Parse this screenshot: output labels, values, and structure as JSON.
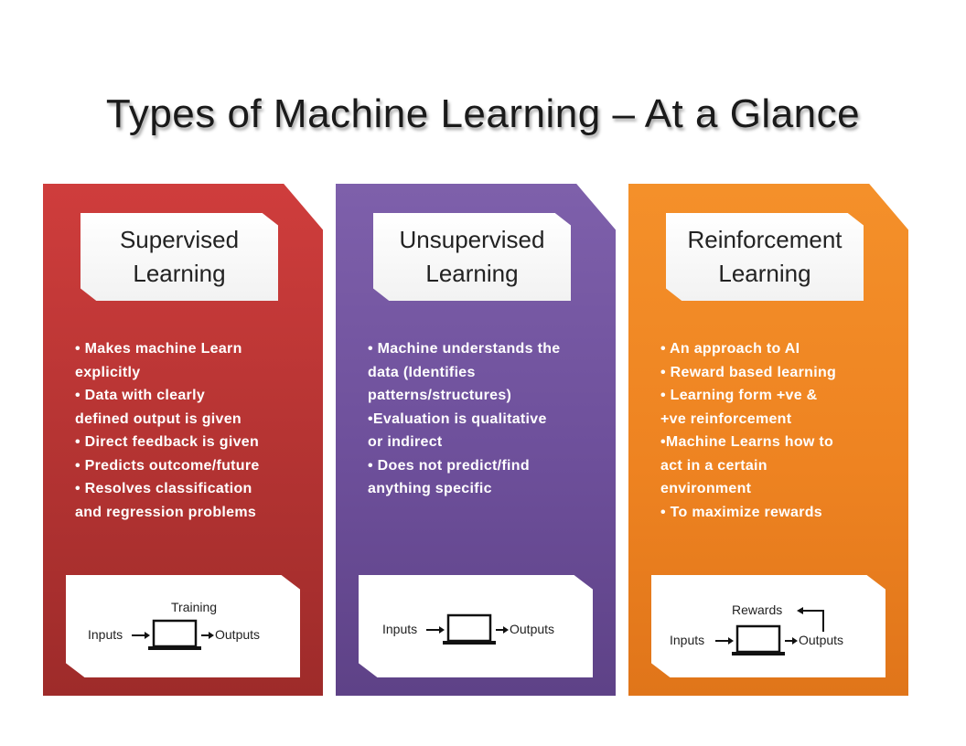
{
  "title": "Types of Machine Learning – At a Glance",
  "panels": [
    {
      "color": "#b33332",
      "heading": [
        "Supervised",
        "Learning"
      ],
      "bullets": [
        "• Makes machine Learn",
        "explicitly",
        "• Data with clearly",
        "defined output is given",
        "• Direct feedback is given",
        "• Predicts outcome/future",
        "• Resolves classification",
        "and regression problems"
      ],
      "diagram": {
        "top": "Training",
        "input": "Inputs",
        "output": "Outputs"
      }
    },
    {
      "color": "#6d4f9a",
      "heading": [
        "Unsupervised",
        "Learning"
      ],
      "bullets": [
        "• Machine understands the",
        "data (Identifies",
        "patterns/structures)",
        "•Evaluation is qualitative",
        "or indirect",
        "• Does not  predict/find",
        "anything specific"
      ],
      "diagram": {
        "input": "Inputs",
        "output": "Outputs"
      }
    },
    {
      "color": "#ee8321",
      "heading": [
        "Reinforcement",
        "Learning"
      ],
      "bullets": [
        "• An approach to AI",
        "• Reward based learning",
        "• Learning form +ve &",
        "+ve reinforcement",
        "•Machine Learns how to",
        "act in a certain",
        "environment",
        "• To maximize rewards"
      ],
      "diagram": {
        "top": "Rewards",
        "input": "Inputs",
        "output": "Outputs"
      }
    }
  ]
}
